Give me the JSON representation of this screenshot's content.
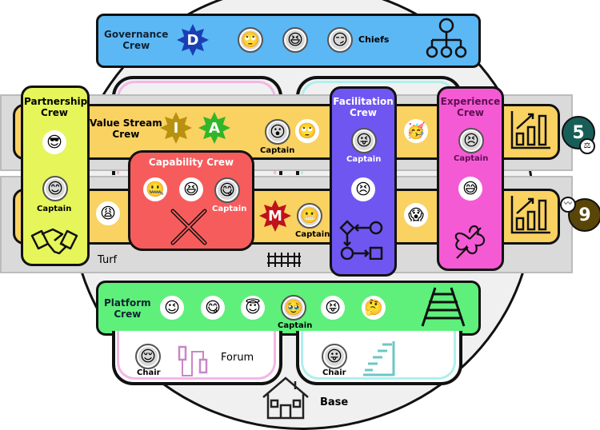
{
  "governance": {
    "title_line1": "Governance",
    "title_line2": "Crew",
    "badge": "D",
    "emojis": [
      "🙄",
      "😆",
      "😏"
    ],
    "role": "Chiefs",
    "icon": "org-chart-icon"
  },
  "value_stream": {
    "title_line1": "Value Stream",
    "title_line2": "Crew",
    "badges": [
      "I",
      "A"
    ],
    "emojis": [
      "😮",
      "🙄",
      "🥳"
    ],
    "captain": "Captain"
  },
  "partnership": {
    "title_line1": "Partnership",
    "title_line2": "Crew",
    "emojis": [
      "😎",
      "😊"
    ],
    "captain": "Captain",
    "icon": "handshake-icon"
  },
  "capability": {
    "title": "Capability Crew",
    "emojis": [
      "🤐",
      "😆",
      "😋"
    ],
    "captain": "Captain",
    "icon": "tools-icon"
  },
  "facilitation": {
    "title_line1": "Facilitation",
    "title_line2": "Crew",
    "emojis": [
      "😜",
      "😣"
    ],
    "captain": "Captain",
    "icon": "flow-icon"
  },
  "experience": {
    "title_line1": "Experience",
    "title_line2": "Crew",
    "emojis": [
      "😣",
      "😅"
    ],
    "captain": "Captain",
    "icon": "hibiscus-icon"
  },
  "lower_stream": {
    "emojis": [
      "😩",
      "😬",
      "😱"
    ],
    "badge": "M",
    "captain": "Captain"
  },
  "turf": {
    "label": "Turf"
  },
  "metrics": {
    "top_number": "5",
    "bottom_number": "9",
    "top_icon": "scale-icon",
    "bottom_icon": "pulse-icon"
  },
  "platform": {
    "title_line1": "Platform",
    "title_line2": "Crew",
    "emojis": [
      "😉",
      "😋",
      "😇",
      "🥹",
      "😝",
      "🤔"
    ],
    "captain": "Captain",
    "icon": "railroad-icon"
  },
  "forum": {
    "label": "Forum",
    "emoji": "😌",
    "chair": "Chair",
    "icon": "cable-icon"
  },
  "stairs_room": {
    "emoji": "😛",
    "chair": "Chair",
    "icon": "stairs-icon"
  },
  "base": {
    "label": "Base",
    "icon": "house-icon"
  },
  "colors": {
    "governance": "#5bb8f5",
    "value_stream": "#f9d262",
    "partnership": "#e6f55a",
    "capability": "#f75c5c",
    "facilitation": "#7056f0",
    "experience": "#f55ad5",
    "platform": "#5ef07b",
    "turf": "#dadada",
    "badge_d": "#1a3fb5",
    "badge_i": "#b89110",
    "badge_a": "#33b52a",
    "badge_m": "#c0121a",
    "metric_5": "#185e58",
    "metric_9": "#5a4508"
  }
}
